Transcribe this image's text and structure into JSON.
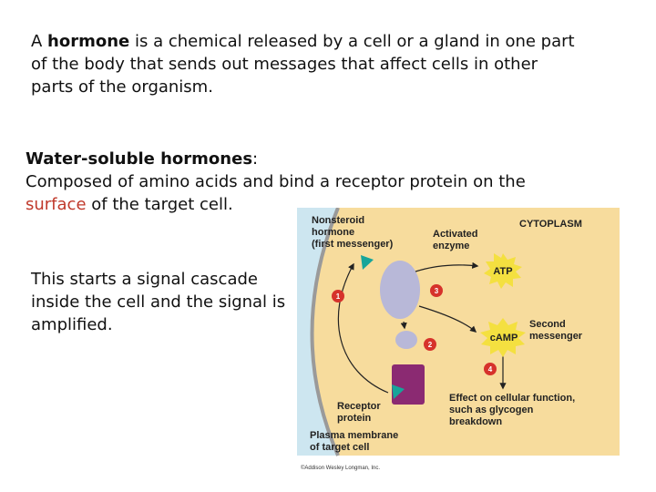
{
  "definition": {
    "prefix": "A ",
    "term": "hormone",
    "rest": " is a chemical released by a cell or a gland in one part of the body that sends out messages that affect cells in other parts of the organism."
  },
  "water_soluble": {
    "heading": "Water-soluble hormones",
    "colon": ":",
    "text_prefix": "Composed of amino acids and bind a receptor protein on the ",
    "highlight": "surface",
    "text_suffix": " of the target cell."
  },
  "cascade": {
    "text": "This starts a signal cascade inside the cell and the signal is amplified."
  },
  "diagram": {
    "colors": {
      "outside": "#cde6f0",
      "cytoplasm": "#f7dc9d",
      "membrane": "#9a9a9a",
      "enzyme": "#b8b8d8",
      "receptor": "#8b2a72",
      "arrow_head": "#17a59a",
      "step_badge": "#d6322b",
      "atp": "#f4e040"
    },
    "labels": {
      "hormone": [
        "Nonsteroid",
        "hormone",
        "(first messenger)"
      ],
      "cytoplasm": "CYTOPLASM",
      "enzyme": [
        "Activated",
        "enzyme"
      ],
      "atp": "ATP",
      "camp": "cAMP",
      "second_messenger": [
        "Second",
        "messenger"
      ],
      "effect": [
        "Effect on cellular function,",
        "such as glycogen",
        "breakdown"
      ],
      "receptor": [
        "Receptor",
        "protein"
      ],
      "membrane": [
        "Plasma membrane",
        "of target cell"
      ],
      "credit": "©Addison Wesley Longman, Inc."
    },
    "steps": [
      "1",
      "2",
      "3",
      "4"
    ]
  }
}
